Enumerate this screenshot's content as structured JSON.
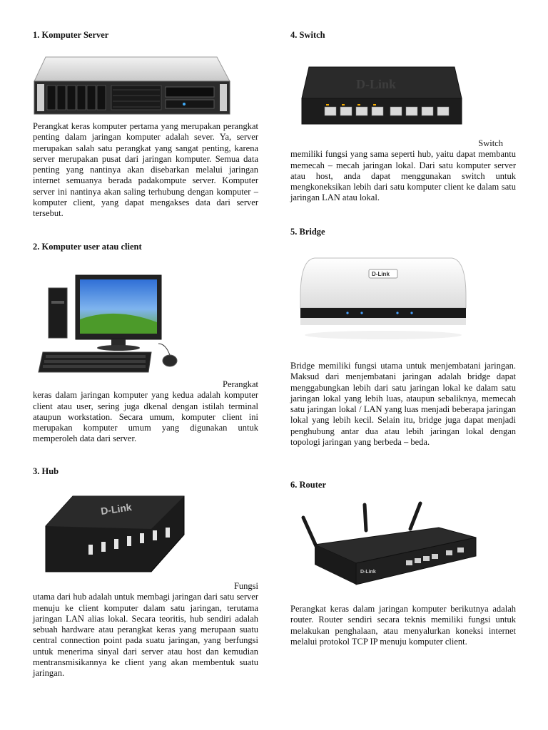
{
  "sections": {
    "s1": {
      "heading": "1. Komputer Server",
      "text": "Perangkat keras komputer pertama yang merupakan perangkat penting dalam jaringan komputer adalah sever. Ya, server merupakan salah satu perangkat yang sangat penting, karena server merupakan pusat dari jaringan komputer. Semua data penting yang nantinya akan disebarkan melalui jaringan internet semuanya berada padakompute server. Komputer server ini nantinya akan saling terhubung dengan komputer – komputer client, yang dapat mengakses data dari server tersebut."
    },
    "s2": {
      "heading": "2. Komputer user atau client",
      "lead": "Perangkat",
      "text": "keras dalam jaringan komputer yang kedua adalah komputer client atau user, sering juga dkenal dengan istilah terminal ataupun workstation. Secara umum, komputer client ini merupakan komputer umum yang digunakan untuk memperoleh data dari server."
    },
    "s3": {
      "heading": "3. Hub",
      "lead": "Fungsi",
      "text": "utama dari hub adalah untuk membagi jaringan dari satu server menuju ke client komputer dalam satu jaringan, terutama jaringan LAN alias lokal. Secara teoritis, hub sendiri adalah sebuah hardware atau perangkat keras yang merupaan suatu central connection point pada suatu jaringan, yang berfungsi untuk menerima sinyal dari server atau host dan kemudian mentransmisikannya ke client yang akan membentuk suatu jaringan.",
      "brand": "D-Link"
    },
    "s4": {
      "heading": "4. Switch",
      "lead": "Switch",
      "text": "memiliki fungsi yang sama seperti hub, yaitu dapat membantu memecah – mecah jaringan lokal. Dari satu komputer server atau host, anda dapat menggunakan switch untuk mengkoneksikan lebih dari satu komputer client ke dalam satu jaringan LAN atau lokal.",
      "brand": "D-Link"
    },
    "s5": {
      "heading": "5. Bridge",
      "text": "Bridge memiliki fungsi utama untuk menjembatani jaringan. Maksud dari menjembatani jaringan adalah bridge dapat menggabungkan lebih dari satu jaringan lokal ke dalam satu jaringan lokal yang lebih luas, ataupun sebaliknya, memecah satu jaringan lokal / LAN yang luas menjadi beberapa jaringan lokal yang lebih kecil. Selain itu, bridge juga dapat menjadi penghubung antar dua atau lebih jaringan lokal dengan topologi jaringan yang berbeda – beda.",
      "brand": "D-Link"
    },
    "s6": {
      "heading": "6. Router",
      "text": "Perangkat keras dalam jaringan komputer berikutnya adalah router. Router sendiri secara teknis memiliki fungsi untuk melakukan penghalaan, atau menyalurkan koneksi internet melalui protokol TCP IP menuju komputer client.",
      "brand": "D-Link"
    }
  }
}
